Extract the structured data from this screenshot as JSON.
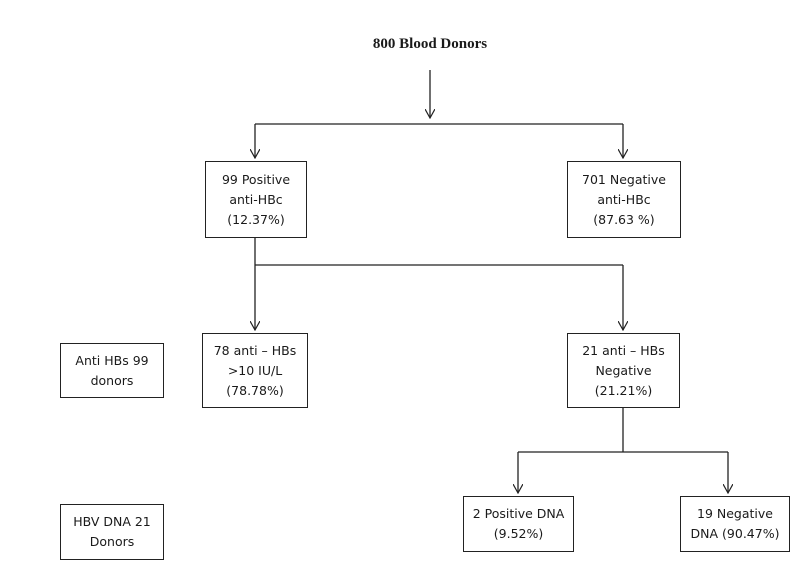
{
  "title": "800 Blood Donors",
  "nodes": {
    "positive_anti_hbc": [
      "99 Positive",
      "anti-HBc",
      "(12.37%)"
    ],
    "negative_anti_hbc": [
      "701 Negative",
      "anti-HBc",
      "(87.63 %)"
    ],
    "anti_hbs_gt10": [
      "78 anti – HBs",
      ">10 IU/L",
      "(78.78%)"
    ],
    "anti_hbs_negative": [
      "21 anti – HBs",
      "Negative",
      "(21.21%)"
    ],
    "positive_dna": [
      "2 Positive DNA",
      "(9.52%)"
    ],
    "negative_dna": [
      "19 Negative",
      "DNA (90.47%)"
    ],
    "anti_hbs_label": [
      "Anti HBs 99",
      "donors"
    ],
    "hbv_dna_label": [
      "HBV DNA 21",
      "Donors"
    ]
  }
}
